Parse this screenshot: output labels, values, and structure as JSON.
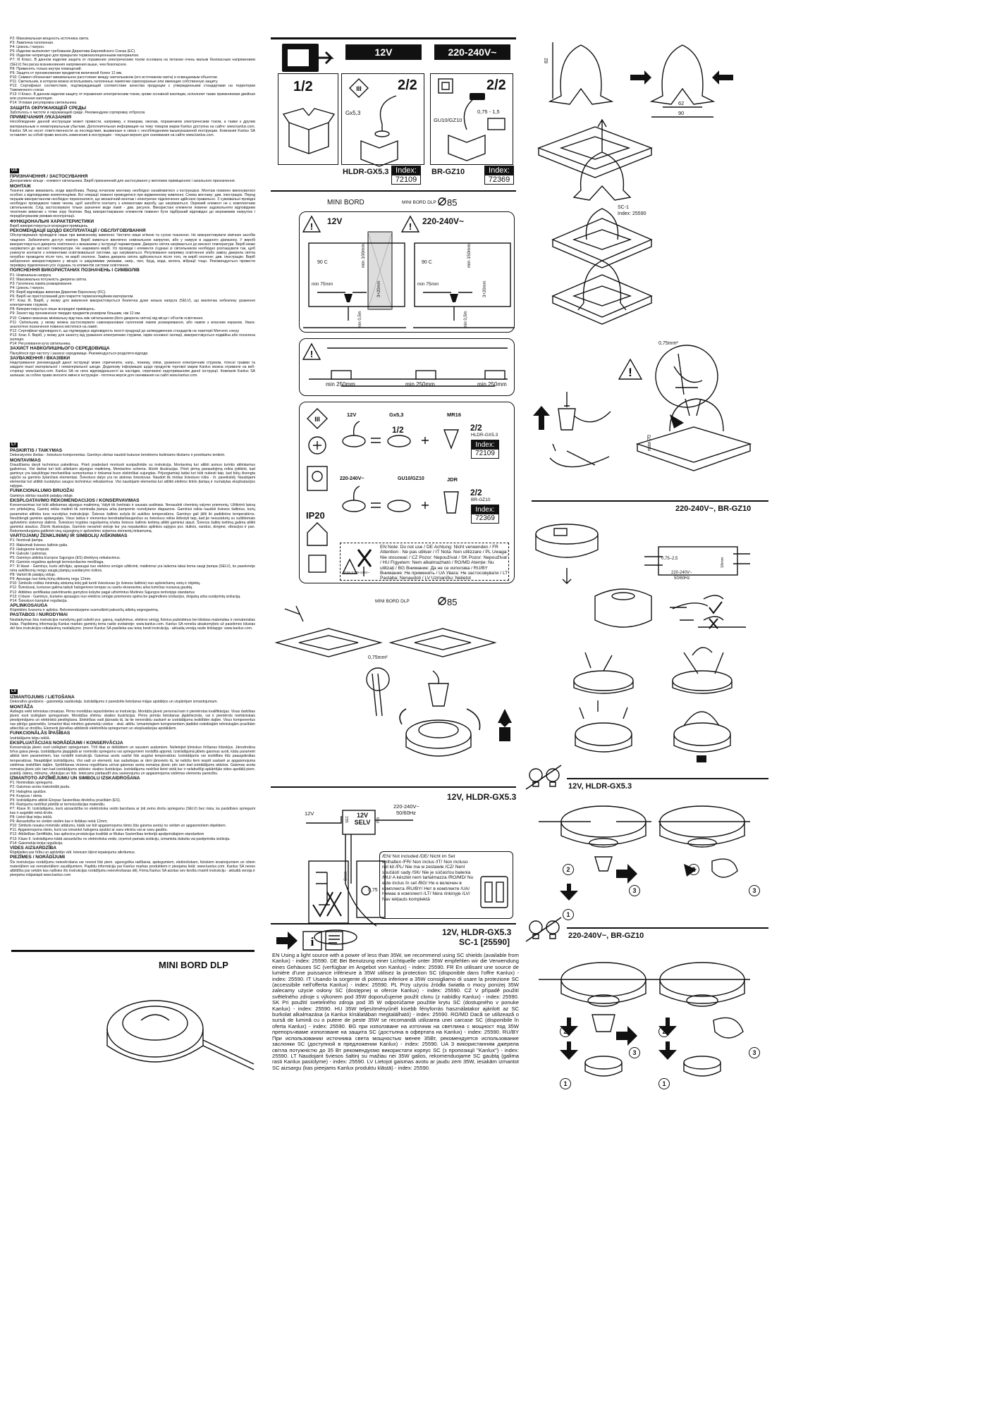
{
  "left_column": {
    "ru_tail": {
      "text1": "P2: Максимальная мощность источника света.\nP3: Лампочка галогенная.\nP4: Цоколь / патрон.\nP5: Изделие выполняет требования Директива Европейского Союза (ЕС).\nP6: Изделие непригодно для прикрытия термоизоляционными материалом.\nP7: III Класс. В данном изделии защита от поражения электрическим током основана на питании очень малым безопасным напряжением (SELV) без риска возникновения напряжения выше, чем безопасное.\nP8: Применять только внутри помещений.\nP9: Защита от проникновения предметов величиной более 12 мм.\nP10: Символ обозначает минимальное расстояние между светильником (его источником света) и освещаемым объектом.\nP11: Светильник, в котором можно использовать галогенные лампочки самоохранные или имеющие собственную защиту.\nP12: Сертификат соответствия, подтверждающий соответствие качества продукции с утвержденными стандартами на территории Таможенного союза\nP13: II Класс. В данном изделии защиту от поражения электрическим током, кроме основной изоляции, исполняет также применяемая двойная или усиленная изоляция.\nP14: Угловая регулировка светильника.",
      "h_env": "ЗАЩИТА ОКРУЖАЮЩЕЙ СРЕДЫ",
      "env": "Заботьтесь о чистоте и окружающей среде. Рекомендуем сортировку отбросов.",
      "h_notes": "ПРИМЕЧАНИЯ /УКАЗАНИЯ",
      "notes": "Несоблюдение данной инструкции может привести, например, к пожарам, ожогам, поражением электрическим током, а также к другим материальным и нематериальным убыткам. Дополнительная информация на тему товаров марки Kanlux доступна на сайте: www.kanlux.com. Kanlux SA не несет ответственности за последствия, вызванные в связи с несоблюдением вышеуказанной инструкции. Компания Kanlux SA оставляет за собой право вносить изменения в инструкцию - текущая версия для скачивания на сайте www.kanlux.com."
    },
    "ua": {
      "tag": "UA",
      "h1": "ПРИЗНАЧЕННЯ / ЗАСТОСУВАННЯ",
      "p1": "Декоративне кільце - елемент світильника. Виріб призначений для застосування у житлових приміщеннях і загального призначення.",
      "h2": "МОНТАЖ",
      "p2": "Технічні зміни вимагають згоди виробника. Перед початком монтажу необхідно ознайомитися з інструкцією. Монтаж повинен виконуватися особою з відповідними компетенціями. Всі операції повинні проводитися при відімкненому живленні. Схема монтажу: див. ілюстрацію. Перед першим використанням необхідно переконатися, що механічний монтаж і електричне підключення здійснені правильно. З сумнівальні провідні необхідно проводжати таким чином, щоб запобігти контакту з елементами виробу, що нагріваються. Окремий елемент не є комплектним світильником. Слід застосовувати тільки зазначені види ламп - див. рисунок. Використані елементи повинні задовольняти відповідним технічним вимогам з точки зору безпеки. Вид використовуваних елементів повинен бути підібраний відповідно до мережевим напругою і передбачуваним умовам експлуатації.",
      "h3": "ФУНКЦІОНАЛЬНІ ХАРАКТЕРИСТИКИ",
      "p3": "Виріб використовується всередині приміщень.",
      "h4": "РЕКОМЕНДАЦІЇ ЩОДО ЕКСПЛУАТАЦІЇ / ОБСЛУГОВУВАННЯ",
      "p4": "Обслуговування проводити лише при вимкненому живленні. Чистити лише м'якою та сухою тканиною. Не використовувати хімічних засобів чищення. Забезпечити доступ повітря. Виріб живиться виключно номінальною напругою, або у напрузі в заданого діапазону. У виробі використовується джерела освітлення з вказаними у інструкції параметрами. Джерело світла нагрівається до високої температури. Виріб може нагріватися до високої температури. Не накривати виріб. Усі проводи і елементи з'єднані зі світильником необхідно розташувати так, щоб уникнути контакти з елементами освітлювальної системи, що нагріваються. Регулювання напрямку освітлення з/або заміну джерела світла потрібно проводити після того, як виріб охолоне. Заміна джерела світла здійснюється після того, як виріб охолоне: див. ілюстрацію. Виріб заборонено використовувати у місцях із шкідливими умовами, напр., пил, бруд, вода, волога, вібрації тощо. Рекомендується провести перевірку підключення усіх з'єднань та елементів системи освітлення.",
      "h5": "ПОЯСНЕННЯ ВИКОРИСТАНИХ ПОЗНАЧЕНЬ І СИМВОЛІВ",
      "p5": "P1: Номінальна напруга.\nP2: Максимальна потужність джерела світла.\nP3: Галогенна лампа розжарювання.\nP4: Цоколь / патрон.\nP5: Виріб відповідає вимогам Директив Євросоюзу (ЄС).\nP6: Виріб не пристосований для покриття термоізоляційним матеріалом.\nP7: Клас III. Виріб, у якому для живлення використовується безпечна дуже низька напруга (SELV), що виключає небезпеку ураження електричним струмом.\nP8: Використовується лише всередині приміщень.\nP9: Захист від проникнення твердих предметів розміром більшим, ніж 12 мм.\nP10: Символ визначає мінімальну відстань між світильником (його джерела світла) від місця і об'єктів освітлення.\nP11: Світильник, у якому можна застосовувати самоекрановані галогенові лампи розжарювання, або лампи з власним екраном. Увага: аналогічне позначення повинно міститися на лампі.\nP12: Сертифікат відповідності, що підтверджує відповідність якості продукції до затвердженних стандартів на території Митного союзу\nP13: Клас II. Виріб, у якому для захисту від ураження електричним струмом, окрім основної ізоляції, використовується подвійна або посилена ізоляція.\nP14: Регулювання кута світильника.",
      "h6": "ЗАХИСТ НАВКОЛИШНЬОГО СЕРЕДОВИЩА",
      "p6": "Піклуйтеся про чистоту і захисні середовище. Рекомендується розділяти відходи.",
      "h7": "ЗАУВАЖЕННЯ / ВКАЗІВКИ",
      "p7": "Недотримання рекомендацій даної інструкції може спричинити, напр., пожежу, опіки, ураження електричним струмом, тілесні травми та завдати іншої матеріальної і нематеріальної шкоди. Додаткову інформацію щодо продуктів торгової марки Kanlux можна отримати на веб-сторінці: www.kanlux.com. Kanlux SA не несе відповідальності за наслідки, спричинені недотриманням даної інструкції. Компанія Kanlux SA залишає за собою право вносити зміни в інструкцію - поточна версія для скачивания на сайті www.kanlux.com."
    },
    "lt": {
      "tag": "LT",
      "h1": "PASKIRTIS / TAIKYMAS",
      "p1": "Dekoratyvinis žiedas - šviestuvo komponentas. Gaminys skirtas naudoti butuose bendriems buitiniams tikslams ir poreikiams tenkinti.",
      "h2": "MONTAVIMAS",
      "p2": "Draudžiama daryti techninius pakeitimus. Prieš pradedant montuoti susipažinkite su instrukcija. Montavimą turi atlikti asmuo turintis atitinkamus įgalinimus. Visi darbai turi būti atliekami atjungus maitinimą. Montavimo schema: žiūrėk iliustracijas. Prieš pirmą panaudojimą reikia įsitikinti, kad gaminys yra taisyklingai mechaniškai sumontuotas ir tinkamai buvo elektriškai sujungtas. Prijungiamieji laidai turi būti nutiesti taip, kad būtų išvengta sąlyčio su gaminio šylančiais elementais. Šviestuvo dalys yra ne atskiras šviestuvas. Naudoti tik mintas šviestuvo rūšis - žr. paveikslėlį. Naudojami elementai turi atitikti nustatytus saugos techninius reikalavimus. Visi naudojami elementai turi atitikti elektros tinklo įtampą ir numatytas eksploatacijos sąlygas.",
      "h3": "FUNKCIONALUMO BRUOŽAI",
      "p3": "Gaminys skirtas naudoti patalpų viduje.",
      "h4": "EKSPLOATAVIMO REKOMENDACIJOS / KONSERVAVIMAS",
      "p4": "Konservavimas turi būti atliekamas atjungus maitinimą. Valyti tik švelniais ir sausais audiniais. Nenaudoti cheminių valymo priemonių. Užtikrinti laisvą oro pritekėjimą. Gaminį reikia maitinti tik nominalia įtampa arba įtampomis nurodytame diapazone. Gaminiui reikia naudoti šviesos šaltinius, kurių parametrai atitinka tuos nurodytus instrukcijoje. Šviesos šaltinis sušyla iki aukštos temperatūros. Gaminys gali įšilti iki padidintos temperatūros. Neuždengti gaminio apdangalais. Visus laidus ir elementus bendradarbiaujančius su šviestuvu reikia išdėstyti taip, kad jie nesusidurtų su sušildomais apšvietimo sistemos dalimis. Šviestuvo krypties reguliavimą ir/arba šviesos šaltinio keitimą atlikti gaminiui atauš. Šviesos šaltinį keitimą galima atlikti gaminiui ataušus. Žiūrėk iliustracijas. Gaminio nevartoti vietoje kur yra nepalankios aplinkos sąlygos pvz. dulkės, vanduo, drėgmė, vibracijos ir pan. Rekomenduojama patikrinti visų sujungimų ir apšvietimo sistemos elementų tinkamumą.",
      "h5": "VARTOJAMŲ ŽENKLINIMŲ IR SIMBOLIŲ AIŠKINIMAS",
      "p5": "P1: Nominali įtampa.\nP2: Maksimali šviesos šaltinio galia.\nP3: Halogeninė lemputė.\nP4: Galvutė / patronas.\nP5: Gaminys atitinka Europos Sąjungos (ES) direktyvų reikalavimus.\nP6: Gaminio negalima apdengti termoizoliacine medžiaga.\nP7: III klasė - Gaminys, kurio atžvilgiu, apsaugai nuo elektros smūgio užtikrinti, maitinimui yra taikoma labai žema saugi įtampa (SELV), ko pasekmėje nėra aukštesnių nesgu saugių įtampų susidarymo rizikos.\nP8: Vartoti tik patalpų viduje.\nP9: Apsauga nuo kietų kūnų didesnių negu 12mm.\nP10: Simbolis reiškia minimalų atstumą kokį gali turėti šviestuvas (jo šviesos šaltinis) nuo apšviečiamų vietų ir objektų.\nP11: Šviestuvai, kuriuose galima taikyti halogenines lempas su savitu ekranavimu arba turinčias nuosavą gaubtą.\nP12: Atitikties sertifikatas patvirtinantis gamybos kokybe pagal užtvirtintus Muitinės Sąjungos teritorijoje standartus\nP13: II klasė - Gaminys, kuriame apsaugos nuo elektros smūgio priemonės apima be pagrindinės izoliacijos, dvigubą arba sustiprintą izoliaciją.\nP14: Šviestuvo kampinė reguliacija.",
      "h6": "APLINKOSAUGA",
      "p6": "Rūpinkitės švarumu ir aplinka. Rekomenduojame susmulkinti pakuočių atliekų segregavimą.",
      "h7": "PASTABOS / NURODYMAI",
      "p7": "Nesilaikymas šios instrukcijos nurodymų gali sukelti pvz. gaisrą, nuplykimus, elektros smūgį, fizinius pažeidimus bei kitokias materialias ir nematerialias žalas. Papildomą informaciją Kanlux markės gaminių tema rasite svetainėje: www.kanlux.com. Kanlux SA neneša atsakomybės už pasekmes kilusias dėl šios instrukcijos reikalavimų nesilaikymo.\nĮmonė Kanlux SA pasilieka sau teisę keisti instrukciją - aktualią versiją rasite tinklapyje: www.kanlux.com."
    },
    "lv": {
      "tag": "LV",
      "h1": "IZMANTOJUMS / LIETOŠANA",
      "p1": "Dekoratīvs gredzens - gaismekļa sastāvdaļa. Izstrādājums ir paredzēts lietošanai mājas apstākļos un vispārējam izmantojumam.",
      "h2": "MONTĀŽA",
      "p2": "Aizliegts veikt tehniskas izmaiņas. Pirms montāžas iepazīstieties ar instrukciju. Montāža jāveic personai kam ir piemērotas kvalifikācijas. Visas darbības jāveic esot izslēgtam spriegumam. Montāžas shēma: skaties ilustrācijas. Pirms pirmās lietošanas jāpārliecinās, vai ir piemērots mehāniskais piestiprinājums un elektriskā pieslēgšana. Elektrības vadi jāizvada tā, lai tie nenonāktu saskarē ar izstrādājuma iesildītām daļām. Visus komponentus nav pilnīgs gaismeklis. Izmantot tikai minētos gaismekļu veidus - skat. attēlu. Izmantotajiem komponentiem jāatbilst noteiktajām tehniskajām prasībām attiecībā uz drošību. Elementi jāizvēlas atbilstoši elektrotīkla spriegumam un ekspluatācijas apstākļiem.",
      "h3": "FUNKCIONĀLĀS ĪPAŠĪBAS",
      "p3": "Izstrādājums telpu iekšā.",
      "h4": "EKSPLUATĀCIJAS NORĀDĪJUMI / KONSERVĀCIJA",
      "p4": "Konservācija jāveic esot izslēgtam spriegumam. Tīrīt tikai ar delikātiem un sausiem audumiem. Nelietojiet ķīmiskus tīrīšanas līdzekļus. Jānodrošina brīva gaisa pieeja. Izstrādājums jāapgādā ar nominālo spriegumu vai spriegumiem norādītā apjomā. Izstrādājumā jālieto gaismas avoti, kādu parametri atbilst tiem parametriem, kas norādīti instrukcijā. Gaismas avots sasilst līdz augstai temperatūrai. Izstrādājums var iesildīties līdz paaugstinātas temperatūras. Neapklājiet izstrādājumu. Visi vadi un elementi, kas sadarbojas ar rāmi jānovieto tā, lai nebūtu tiem iespēt saskarē ar apgaismojuma sistēmas iesildītām daļām. Spīdēšanas virziena regulēšana un/vai gaismas avota nomaiņa jāveic pēc tam kad izstrādājums atdzisis. Gaismas avota nomaiņa jāveic pēc tam kad izstrādājums atdzisis: skaties ilustrācijas. Izstrādājumu nedrīkst lietot vietā kur ir nelabvēlīgi apkārtējās vides apstākļi piem. putekļi, ūdens, mitrums, vibrācijas un līdz. Ieteicams pārbaudīt visu savienojumu un apgaismojuma sistēmas elementu pareizību.",
      "h5": "IZMANTOTO APZĪMĒJUMU UN SIMBOLU IZSKAIDROŠANA",
      "p5": "P1: Nominālais spriegums.\nP2: Gaismas avota maksimālā jauda.\nP3: Halogēna spuldze.\nP4: Korpuss / rāmis.\nP5: Izstrādājums atbilst Eiropas Savienības direktīvu prasībām (ES).\nP6: Ražojumu nedrīkst pārklāt ar termoizolācijas materiālu.\nP7: Klase III. Izstrādājums, kurā aizsardzība no elektrošoka veido barošana ar ļoti zemu drošu spriegumu (SELV) bez riska, ka parādīsies spriegumi kas ir augstāki nekā droše.\nP8: Lietot tikai telpu iekšā.\nP9: Aizsardzība no cietām vielām kas ir lielākas nekā 12mm.\nP10: Simbols nosaka minimālo attālumu, kādā var būt apgaismojuma rāmis (tās gaisma avota) no vietām un apgaismotiem objektiem.\nP11: Apgaismojuma rāmis, kurā var izmantot halogena spuldzi ar savu ekrānu vai ar savu gaubtu.\nP12: Atbilstības Sertifikāts, kas apliecina produkcijas kvalitāti ar Muitas Savienības teritorijā apstiprinātajiem standartiem\nP13: Klase II. Izstrādājums kādā aizsardzību no elektrošoka veido, izņemot pamata izolāciju, izmantota dubulta vai pastiprināta izolācija.\nP14: Gaismekļa leņķa regulācija.",
      "h6": "VIDES AIZSARDZĪBA",
      "p6": "Rūpējieties par tīrību un apkārtējo vidi. Ieteicam šķirot iepakojumu atkritumus.",
      "h7": "PIEZĪMES / NORĀDĪJUMI",
      "p7": "Šīs instrukcijas norādījumu neievērošana var novest līdz piem. ugunsgrēka radīšanai, apdegumiem, elektrošokam, fiziskiem ievainojumiem un citiem materiāliem vai nemateriāliem zaudējumiem. Papildu informācija par Kanlux markas produktiem ir pieejama lietā: www.kanlux.com. Kanlux SA nenes atbildību par sekām kas radīsies šīs instrukcijas norādījumu neievērošanas dēļ. Firma Kanlux SA aizstav sev tiesību mainīt instrukciju - aktuālā versija ir pieejama mājaslapā www.kanlux.com"
    },
    "bottom_title": "MINI BORD DLP"
  },
  "middle_column": {
    "top_labels": {
      "v12": "12V",
      "v230": "220-240V~"
    },
    "qty_1_2": "1/2",
    "qty_2_2": "2/2",
    "gx": "Gx5,3",
    "gu": "GU10/GZ10",
    "wire": "0,75 - 1,5",
    "prod1": "HLDR-GX5.3",
    "prod2": "BR-GZ10",
    "index_label": "Index:",
    "idx1": "72109",
    "idx2": "72369",
    "mini_bord": "MINI BORD",
    "mini_bord_dlp": "MINI BORD DLP",
    "diam85": "85",
    "warn_12v": "12V",
    "warn_230": "220-240V~",
    "temp": "90 C",
    "min75": "min 75mm",
    "min100": "min 100mm",
    "min150": "min 150mm",
    "plus20": "3+20mm",
    "min05": "min 0,5m",
    "min250_a": "min 250mm",
    "min250_b": "min 250mm",
    "min250_c": "min 250mm",
    "kit_12v": "12V",
    "kit_gx": "Gx5,3",
    "kit_mr16": "MR16",
    "kit_230": "220-240V~",
    "kit_gu": "GU10/GZ10",
    "kit_jdr": "JDR",
    "ip20": "IP20",
    "note_text": "EN Note: Do not use / DE Achtung: Nicht verwenden / FR Attention : Ne pas utiliser / IT Nota: Non utilizzare / PL Uwaga: Nie stosować / CZ Pozor: Nepoužívat / SK Pozor: Nepoužívať / HU Figyelem: Nem alkalmazható / RO/MD Atenție: Nu utilizați / BG Внимание: Да не се използва / RU/BY Внимание: Не применять / UA Увага: Не застосовувати / LT Pastaba: Nenaudoti / LV Uzmanību: Nelietot",
    "note_small": "GX5.3 220-240V~",
    "wire2": "0,75mm²",
    "sec_12v_hldr": "12V, HLDR-GX5.3",
    "tr_12v": "12V",
    "tr_selv": "12V SELV",
    "tr_230": "220-240V~",
    "tr_hz": "50/60Hz",
    "tr_pri": "PRI",
    "tr_sec": "SEC",
    "tr_8mm": "8mm",
    "tr_075": "0,75",
    "not_included": "/EN/ Not included /DE/ Nicht im Set enthalten /FR/ Non inclus /IT/ Non incluso nel kit /PL/ Nie ma w zestawie /CZ/ Není součástí sady /SK/ Nie je súčasťou balenia /HU/ A készlet nem tartalmazza /RO/MD/ Nu este inclus în set /BG/ Не е включен в комплекта /RU/BY/ Нет в комплекте /UA/ Немає в комплекті /LT/ Nėra rinkinyje /LV/ Nav iekļauts komplektā",
    "sec_sc1_a": "12V, HLDR-GX5.3",
    "sec_sc1_b": "SC-1 [25590]",
    "sc1_text": "EN Using a light source with a power of less than 35W, we recommend using SC shields (available from Kanlux) - index: 25590. DE Bei Benutzung einer Lichtquelle unter 35W empfehlen wir die Verwendung eines Gehäuses SC (verfügbar im Angebot von Kanlux) - index: 25590. FR En utilisant une source de lumière d'une puissance inférieure à 35W utilisez la protection SC (disponible dans l'offre Kanlux) - index: 25590. IT Usando la sorgente di potenza inferiore a 35W consigliamo di usare la protezione SC (accessibile nell'offerta Kanlux) - index: 25590. PL Przy użyciu źródła światła o mocy poniżej 35W zalecamy użycie osłony SC (dostępnej w ofercie Kanlux) - index: 25590. CZ V případě použití světelného zdroje s výkonem pod 35W doporučujeme použít clonu (z nabídky Kanlux) - index: 25590. SK Pri použití svetelného zdroja pod 35 W odporúčame použitie krytu SC (dostupného v ponuke Kanlux) - index: 25590. HU 35W teljesítményűnél kisebb fényforrás használatakor ajánlott az SC burkolat alkalmazása (a Kanlux kínálatában megtalálható) - index: 25590. RO/MD Dacă se utilizează o sursă de lumină cu o putere de peste 35W se recomandă utilizarea unei carcase SC (disponibile în oferta Kanlux) - index: 25590. BG при използване на източник на светлина с мощност под 35W препоръчваме използване на защита SC (достъпна в офертата на Kanlux) - index: 25590. RU/BY При использовании источника света мощностью менее 35Вт, рекомендуется использование заслонки SC (доступной в предложении Kanlux) - index: 25590. UA З використанням джерела світла потужністю до 35 Вт рекомендуємо використати корпус SC (з пропозиції \"Kanlux\") - index: 25590. LT Naudojant šviesos šaltinį su mažiau nei 35W galios, rekomenduojame SC gaubtą (galima rasti Kanlux pasiūlyme) - index: 25590. LV Lietojot gaismas avotu ar jaudu zem 35W, iesakām izmantot SC aizsargu (kas pieejams Kanlux produktu klāstā) - index: 25590."
  },
  "right_column": {
    "dim82": "82",
    "dim62": "62",
    "dim90": "90",
    "sc1_label": "SC-1",
    "sc1_index": "Index: 25590",
    "wire_075": "0,75mm²",
    "max70": "max 70",
    "sec_230_br": "220-240V~, BR-GZ10",
    "wire_range": "0,75–2,5",
    "wire_mm": "10mm",
    "mains_230": "220-240V~",
    "mains_hz": "50/60Hz",
    "sec_12v_hldr": "12V, HLDR-GX5.3",
    "sec_230_br2": "220-240V~, BR-GZ10",
    "n1": "1",
    "n2": "2",
    "n3": "3"
  }
}
